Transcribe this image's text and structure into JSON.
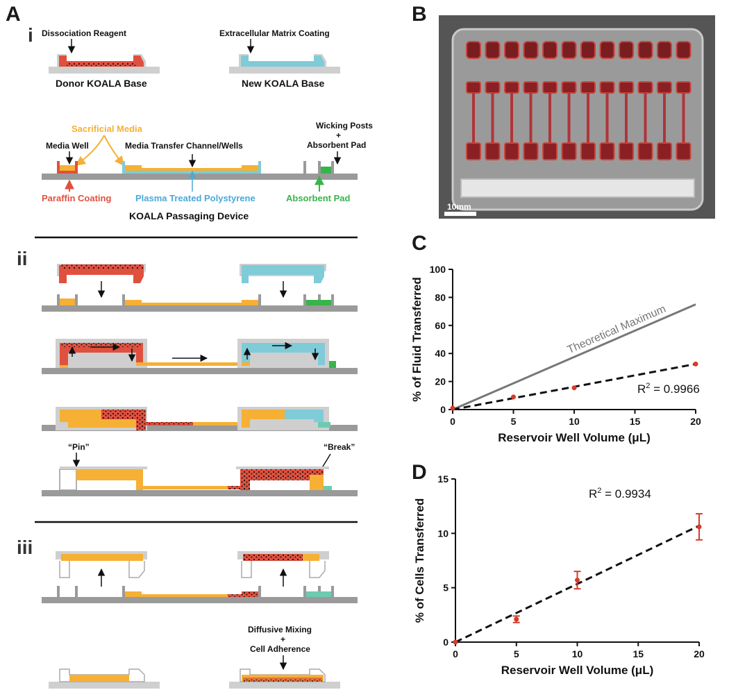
{
  "panel_labels": {
    "a": "A",
    "b": "B",
    "c": "C",
    "d": "D"
  },
  "subpanels": {
    "i": "i",
    "ii": "ii",
    "iii": "iii"
  },
  "panel_a": {
    "dissociation_reagent": "Dissociation Reagent",
    "donor_base": "Donor KOALA Base",
    "ecm_coating": "Extracellular Matrix Coating",
    "new_base": "New KOALA Base",
    "sacrificial_media": "Sacrificial Media",
    "media_well": "Media Well",
    "transfer_channel": "Media Transfer Channel/Wells",
    "wicking_posts": "Wicking Posts",
    "plus": "+",
    "absorbent_pad_top": "Absorbent Pad",
    "paraffin": "Paraffin Coating",
    "plasma": "Plasma Treated Polystyrene",
    "absorbent_pad": "Absorbent Pad",
    "device": "KOALA Passaging Device",
    "pin": "“Pin”",
    "break": "“Break”",
    "diffusive_mixing": "Diffusive Mixing",
    "cell_adherence": "Cell Adherence"
  },
  "panel_b": {
    "scale_bar": "10mm"
  },
  "colors": {
    "red": "#e0503f",
    "cyan": "#7fcbd8",
    "orange": "#f5b035",
    "green": "#38b54a",
    "teal": "#6ccbb0",
    "gray": "#9a9a9a",
    "light": "#d4d4d4",
    "point": "#d93a2b"
  },
  "chart_data": [
    {
      "type": "line",
      "panel": "C",
      "xlabel": "Reservoir Well Volume (μL)",
      "ylabel": "% of Fluid Transferred",
      "xlim": [
        0,
        20
      ],
      "ylim": [
        0,
        100
      ],
      "xticks": [
        "0",
        "5",
        "10",
        "15",
        "20"
      ],
      "yticks": [
        "0",
        "20",
        "40",
        "60",
        "80",
        "100"
      ],
      "series": [
        {
          "name": "Theoretical Maximum",
          "x": [
            0,
            20
          ],
          "y": [
            0,
            75
          ]
        },
        {
          "x": [
            0,
            5,
            10,
            20
          ],
          "y": [
            1,
            9,
            15.5,
            32.5
          ],
          "err": [
            0.5,
            0.5,
            1.5,
            0.5
          ]
        }
      ],
      "fit": {
        "x": [
          0,
          20
        ],
        "y": [
          0,
          32.5
        ]
      },
      "annotation": "R",
      "annotation_sup": "2",
      "annotation_value": " = 0.9966",
      "grid": false
    },
    {
      "type": "scatter",
      "panel": "D",
      "xlabel": "Reservoir Well Volume (μL)",
      "ylabel": "% of Cells Transferred",
      "xlim": [
        0,
        20
      ],
      "ylim": [
        0,
        15
      ],
      "xticks": [
        "0",
        "5",
        "10",
        "15",
        "20"
      ],
      "yticks": [
        "0",
        "5",
        "10",
        "15"
      ],
      "series": [
        {
          "x": [
            0,
            5,
            10,
            20
          ],
          "y": [
            0,
            2.1,
            5.7,
            10.6
          ],
          "err": [
            0,
            0.3,
            0.8,
            1.2
          ]
        }
      ],
      "fit": {
        "x": [
          0,
          20
        ],
        "y": [
          0,
          10.7
        ]
      },
      "annotation": "R",
      "annotation_sup": "2",
      "annotation_value": " = 0.9934",
      "grid": false
    }
  ]
}
